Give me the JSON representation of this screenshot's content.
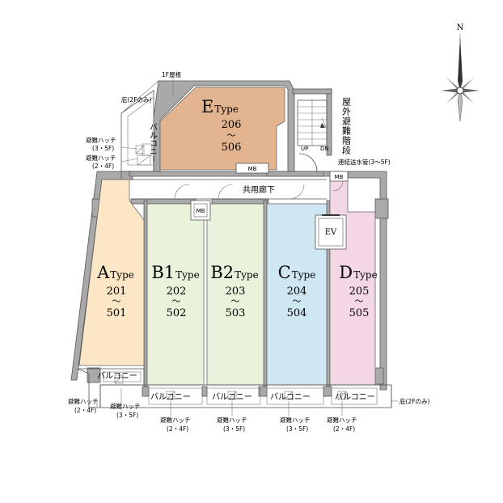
{
  "compass": {
    "north": "N"
  },
  "units": [
    {
      "id": "E",
      "letter": "E",
      "type": "Type",
      "from": "206",
      "tilde": "～",
      "to": "506",
      "color": "#e2b48f"
    },
    {
      "id": "A",
      "letter": "A",
      "type": "Type",
      "from": "201",
      "tilde": "～",
      "to": "501",
      "color": "#fbe7c6"
    },
    {
      "id": "B1",
      "letter": "B1",
      "type": "Type",
      "from": "202",
      "tilde": "～",
      "to": "502",
      "color": "#e9f2da"
    },
    {
      "id": "B2",
      "letter": "B2",
      "type": "Type",
      "from": "203",
      "tilde": "～",
      "to": "503",
      "color": "#e9f2da"
    },
    {
      "id": "C",
      "letter": "C",
      "type": "Type",
      "from": "204",
      "tilde": "～",
      "to": "504",
      "color": "#cfe6f3"
    },
    {
      "id": "D",
      "letter": "D",
      "type": "Type",
      "from": "205",
      "tilde": "～",
      "to": "505",
      "color": "#f3d7e6"
    }
  ],
  "labels": {
    "corridor": "共用廊下",
    "ev": "EV",
    "mb": "MB",
    "up": "UP",
    "dn": "DN",
    "roof_1f": "1F屋根",
    "eave_top": "庇(2Fのみ)",
    "hatch_top_1a": "避難ハッチ",
    "hatch_top_1b": "(3・5F)",
    "hatch_top_2a": "避難ハッチ",
    "hatch_top_2b": "(2・4F)",
    "balcony_e": "バルコニー",
    "stair": "屋外避難階段",
    "pipe": "連結送水管(3～5F)",
    "balcony": "バルコニー",
    "eave_bottom": "庇(2Fのみ)",
    "hatch_bl1a": "避難ハッチ",
    "hatch_bl1b": "(2・4F)",
    "hatch_bl2a": "避難ハッチ",
    "hatch_bl2b": "(3・5F)",
    "hatch_b1a": "避難ハッチ",
    "hatch_b1b": "(2・4F)",
    "hatch_b2a": "避難ハッチ",
    "hatch_b2b": "(3・5F)",
    "hatch_b3a": "避難ハッチ",
    "hatch_b3b": "(3・5F)",
    "hatch_b4a": "避難ハッチ",
    "hatch_b4b": "(2・4F)"
  }
}
